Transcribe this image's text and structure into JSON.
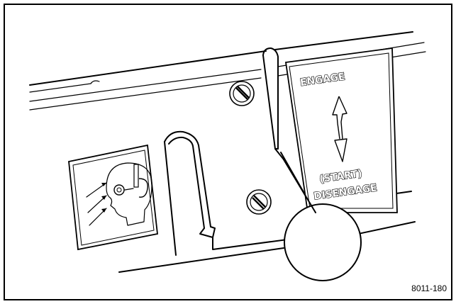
{
  "placard": {
    "engage_label": "ENGAGE",
    "start_label": "(START)",
    "disengage_label": "DISENGAGE"
  },
  "figure_reference": "8011-180"
}
